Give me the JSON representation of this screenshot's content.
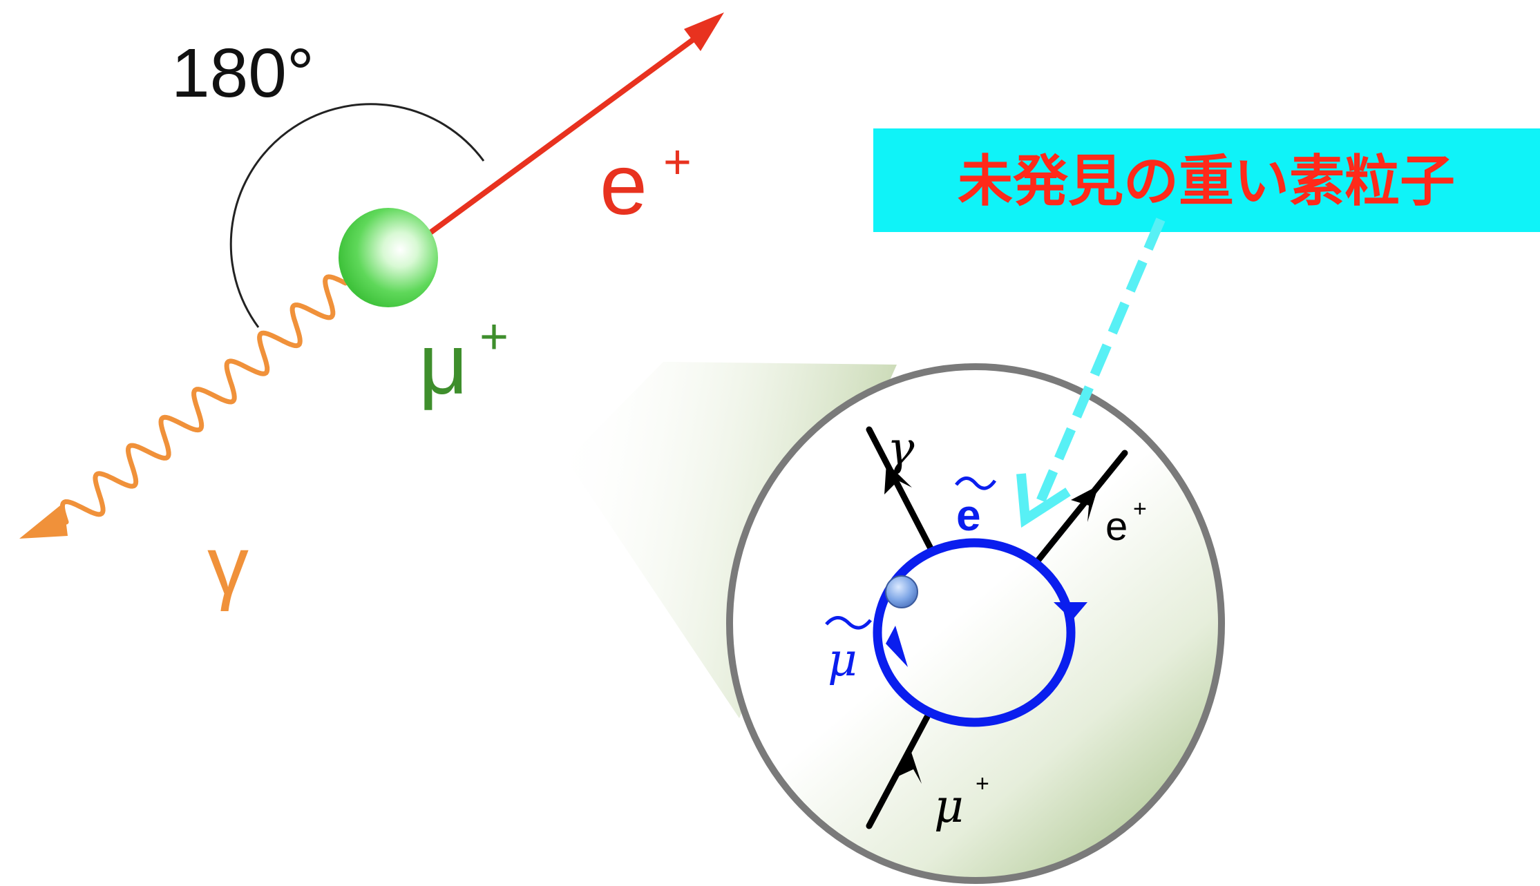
{
  "decay": {
    "angle_label": "180°",
    "muon_label": "μ",
    "muon_charge": "+",
    "positron_label": "e",
    "positron_charge": "+",
    "photon_label": "γ"
  },
  "callout": {
    "text": "未発見の重い素粒子"
  },
  "feynman": {
    "photon_label": "γ",
    "selectron_label": "e",
    "smuon_label": "μ",
    "positron_label": "e",
    "positron_charge": "+",
    "muon_label": "μ",
    "muon_charge": "+"
  },
  "colors": {
    "positron_track": "#e8321f",
    "photon_track": "#f0913a",
    "muon_ball": "#5fd85a",
    "muon_label": "#3e8e2c",
    "loop": "#0a1eee",
    "callout_bg": "#0ff3f8",
    "callout_text": "#ff2a1a",
    "callout_arrow": "#58f0f5",
    "lens_border": "#7a7a7a",
    "lens_fill": "#b9cfa1"
  },
  "icons": [
    "green-ball",
    "wavy-photon",
    "red-arrow",
    "dashed-arrow",
    "magnifier-lens"
  ]
}
